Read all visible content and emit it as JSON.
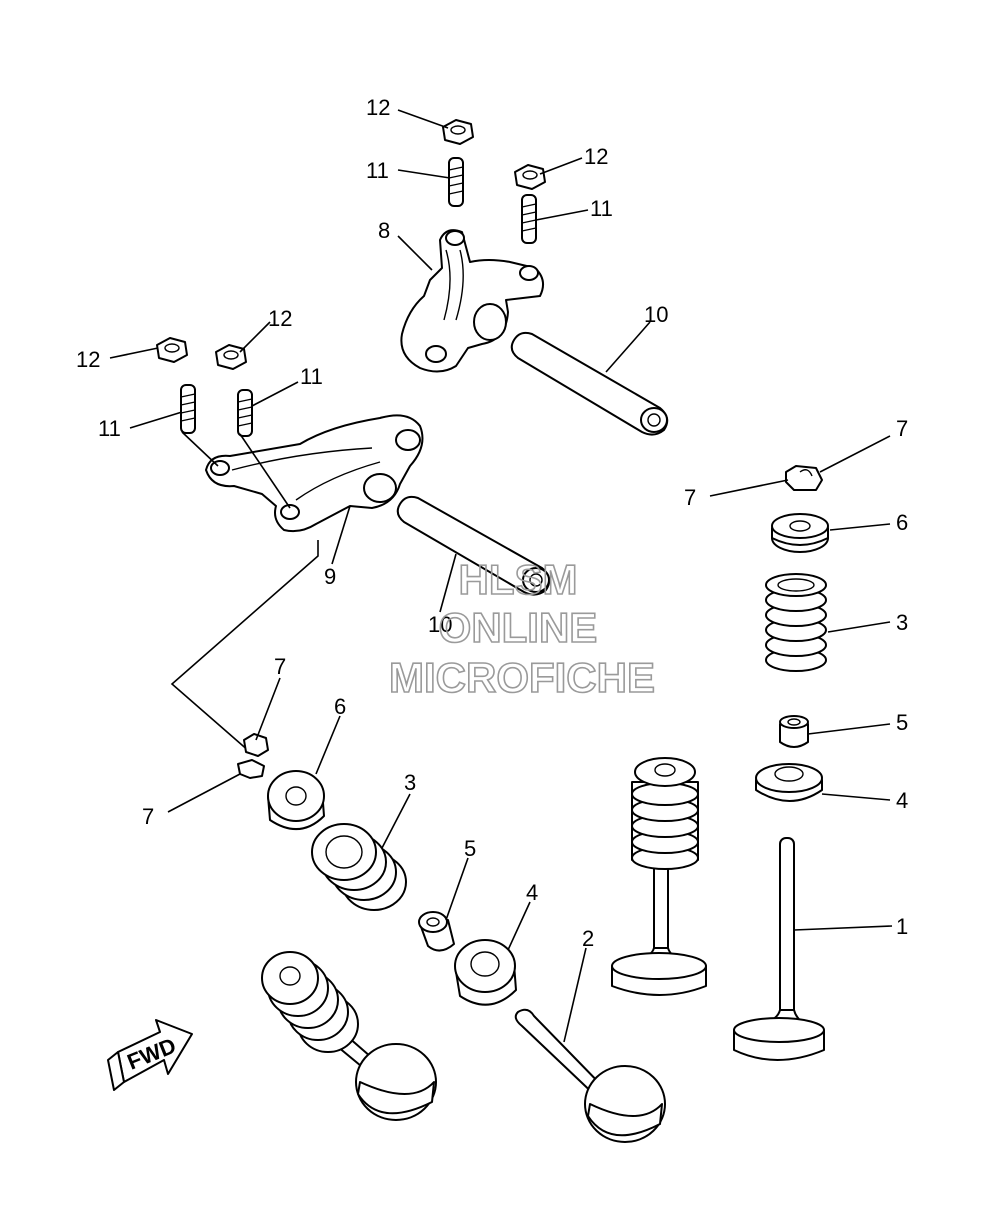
{
  "diagram": {
    "callouts": {
      "c12a": "12",
      "c11a": "11",
      "c12b": "12",
      "c11b": "11",
      "c8": "8",
      "c10a": "10",
      "c12c": "12",
      "c12d": "12",
      "c11c": "11",
      "c11d": "11",
      "c9": "9",
      "c10b": "10",
      "c7a": "7",
      "c7b": "7",
      "c6a": "6",
      "c3a": "3",
      "c5a": "5",
      "c4a": "4",
      "c1": "1",
      "c7c": "7",
      "c6b": "6",
      "c7d": "7",
      "c3b": "3",
      "c5b": "5",
      "c4b": "4",
      "c2": "2"
    },
    "fwd_label": "FWD",
    "watermark": {
      "line1": "HLSM",
      "line2": "ONLINE",
      "line3": "MICROFICHE"
    }
  }
}
